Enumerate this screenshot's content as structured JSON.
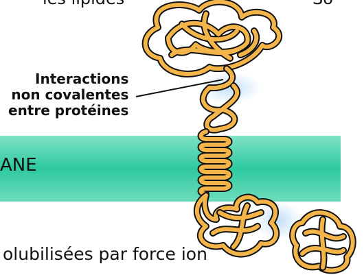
{
  "labels": {
    "top_left_partial": "les lipides",
    "top_right_partial": "So",
    "interactions_line1": "Interactions",
    "interactions_line2": "non covalentes",
    "interactions_line3": "entre protéines",
    "membrane_partial": "ANE",
    "bottom_partial": "olubilisées par force ion"
  },
  "colors": {
    "membrane": "#2ec9a0",
    "membrane_light": "#7fe3c6",
    "protein_fill": "#f3b54a",
    "protein_outline": "#111111",
    "glow": "#bcdcf5"
  }
}
